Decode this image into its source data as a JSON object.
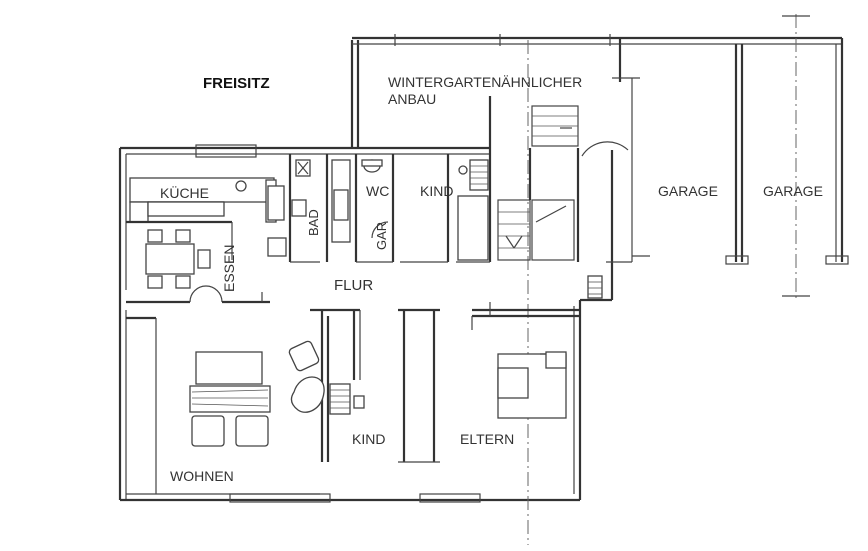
{
  "labels": {
    "freisitz": "FREISITZ",
    "wintergarten_line1": "WINTERGARTENÄHNLICHER",
    "wintergarten_line2": "ANBAU",
    "kueche": "KÜCHE",
    "bad": "BAD",
    "wc": "WC",
    "gar": "GAR",
    "kind_top": "KIND",
    "garage_left": "GARAGE",
    "garage_right": "GARAGE",
    "essen": "ESSEN",
    "flur": "FLUR",
    "kind_bottom": "KIND",
    "eltern": "ELTERN",
    "wohnen": "WOHNEN"
  }
}
